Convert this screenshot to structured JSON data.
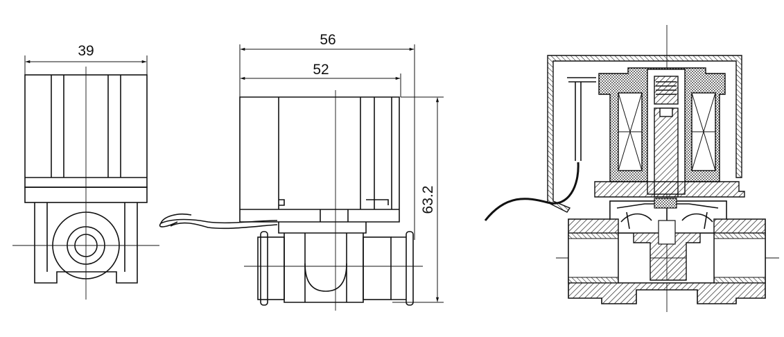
{
  "dimensions": {
    "front_width": "39",
    "side_overall_width": "56",
    "side_body_width": "52",
    "side_height": "63.2"
  },
  "colors": {
    "line": "#111111",
    "background": "#ffffff"
  }
}
